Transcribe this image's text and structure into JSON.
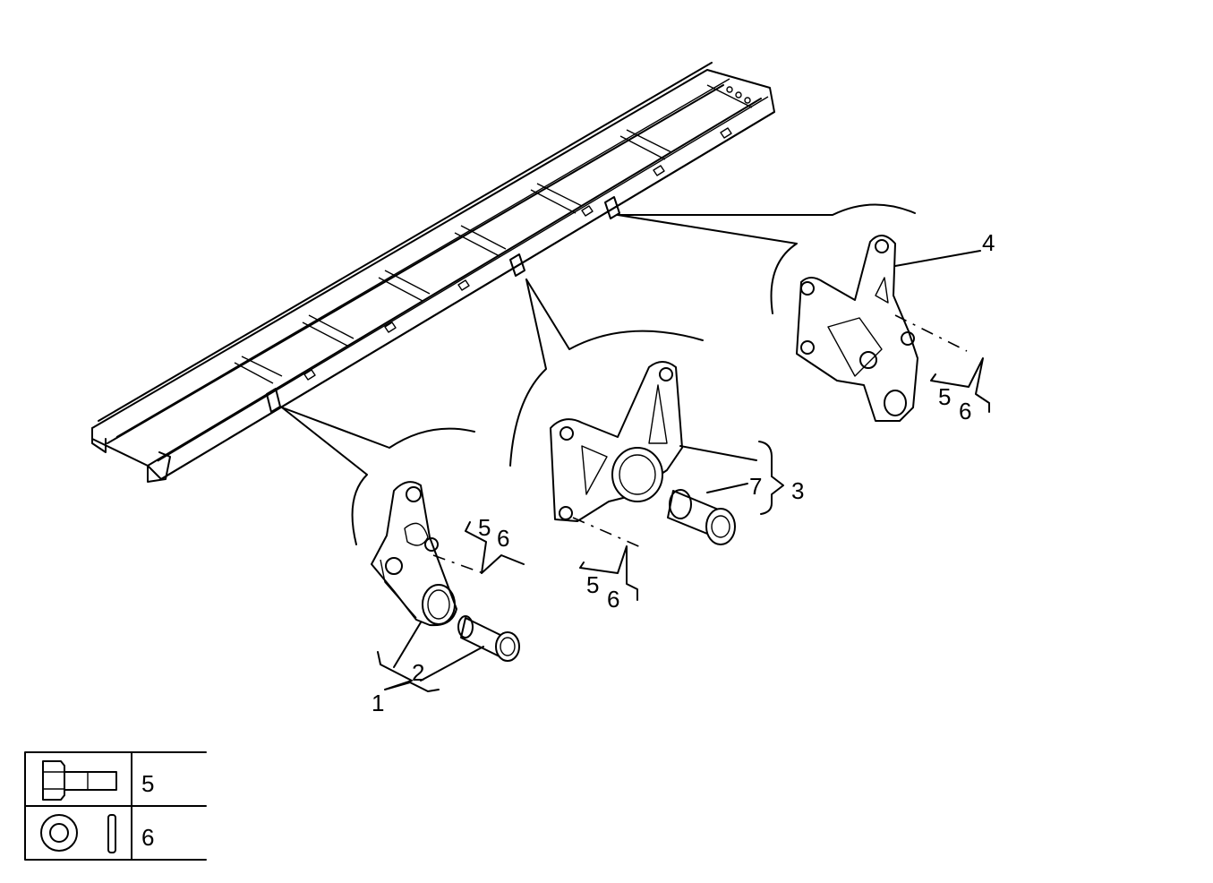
{
  "diagram": {
    "callouts": [
      {
        "key": "c1",
        "text": "1"
      },
      {
        "key": "c2",
        "text": "2"
      },
      {
        "key": "c3",
        "text": "3"
      },
      {
        "key": "c4",
        "text": "4"
      },
      {
        "key": "c7",
        "text": "7"
      },
      {
        "key": "c5a",
        "text": "5"
      },
      {
        "key": "c6a",
        "text": "6"
      },
      {
        "key": "c5b",
        "text": "5"
      },
      {
        "key": "c6b",
        "text": "6"
      },
      {
        "key": "c5c",
        "text": "5"
      },
      {
        "key": "c6c",
        "text": "6"
      }
    ]
  },
  "legend": {
    "rows": [
      {
        "icon": "bolt-icon",
        "number": "5"
      },
      {
        "icon": "washer-icon",
        "number": "6"
      }
    ]
  }
}
